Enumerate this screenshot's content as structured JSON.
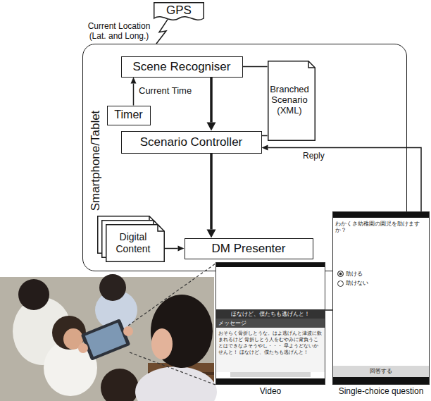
{
  "diagram": {
    "nodes": [
      {
        "text": [
          "GPS"
        ]
      },
      {
        "text": [
          "Smartphone/Tablet"
        ]
      },
      {
        "text": [
          "Scene Recogniser"
        ],
        "in": 1
      },
      {
        "text": [
          "Branched Scenario (XML)"
        ],
        "in": 1
      },
      {
        "text": [
          "Timer"
        ],
        "in": 1
      },
      {
        "text": [
          "Scenario Controller"
        ],
        "in": 1
      },
      {
        "text": [
          "Digital Content"
        ],
        "in": 1
      },
      {
        "text": [
          "DM Presenter"
        ],
        "in": 1
      },
      {
        "text": [
          "ほなけど、僕たちも逃げんと！",
          "メッセージ",
          "おそらく骨折しとうな。はよ逃げんと津波に飲まれるけど 骨折しとう人をむやみに背負うことはできなさそうやし・・・ 早ようどないかせんと！ ほなけど、僕たちも逃げんと！",
          "Video"
        ]
      },
      {
        "text": [
          "わかくさ幼稚園の園児を助けますか？",
          "助ける",
          "助けない",
          "回答する",
          "Single-choice question"
        ]
      }
    ],
    "edges": [
      {
        "from": 0,
        "to": 1,
        "arrow": "none",
        "label": "Current Location (Lat. and Long.)"
      },
      {
        "from": 4,
        "to": 2,
        "arrow": "to",
        "label": "Current Time"
      },
      {
        "from": 2,
        "to": 3,
        "arrow": "none"
      },
      {
        "from": 2,
        "to": 5,
        "arrow": "to"
      },
      {
        "from": 5,
        "to": 3,
        "arrow": "none"
      },
      {
        "from": 5,
        "to": 7,
        "arrow": "to"
      },
      {
        "from": 6,
        "to": 7,
        "arrow": "to"
      },
      {
        "from": 9,
        "to": 5,
        "arrow": "to",
        "label": "Reply"
      },
      {
        "from": 8,
        "to": 9,
        "arrow": "none"
      }
    ]
  }
}
